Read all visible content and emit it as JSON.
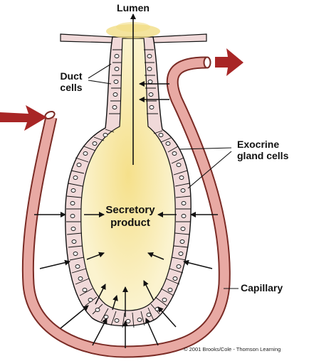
{
  "labels": {
    "lumen": "Lumen",
    "duct_line1": "Duct",
    "duct_line2": "cells",
    "exocrine_line1": "Exocrine",
    "exocrine_line2": "gland cells",
    "secretory_line1": "Secretory",
    "secretory_line2": "product",
    "capillary": "Capillary",
    "copyright": "© 2001 Brooks/Cole - Thomson Learning"
  },
  "colors": {
    "capillary_fill": "#e8a9a3",
    "capillary_stroke": "#7a2b25",
    "cell_fill": "#f0d9d9",
    "lumen_fill": "#f7e9a6",
    "flow_arrow": "#a82626",
    "line": "#111111"
  },
  "icons": {
    "blood_inflow": "red-arrow-right-icon",
    "blood_outflow": "red-arrow-right-icon"
  }
}
